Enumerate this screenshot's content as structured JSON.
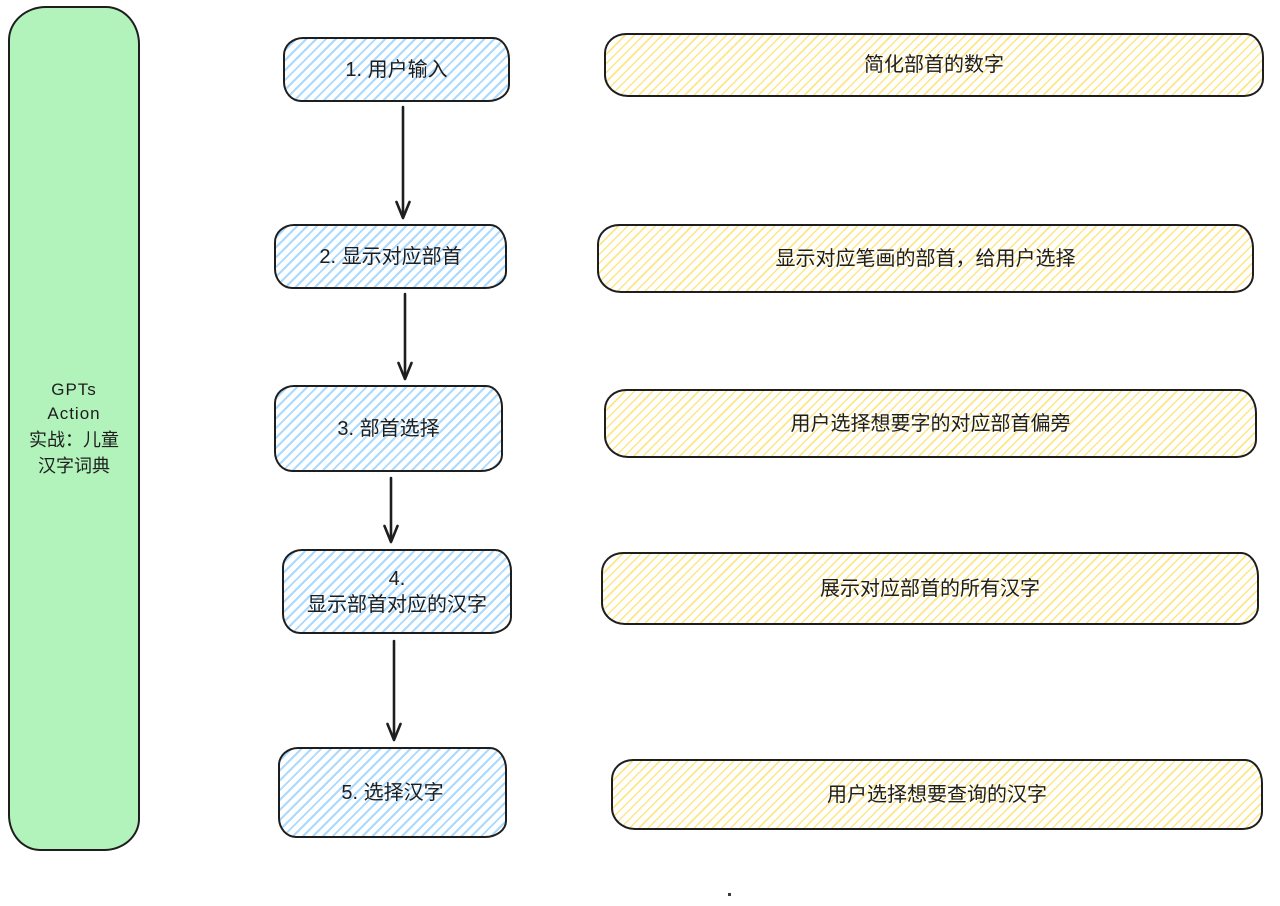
{
  "sidebar": {
    "lines": [
      "GPTs",
      "Action",
      "实战：儿童",
      "汉字词典"
    ]
  },
  "steps": [
    {
      "label": "1. 用户输入",
      "note": "简化部首的数字"
    },
    {
      "label": "2. 显示对应部首",
      "note": "显示对应笔画的部首，给用户选择"
    },
    {
      "label": "3. 部首选择",
      "note": "用户选择想要字的对应部首偏旁"
    },
    {
      "label": "4.\n显示部首对应的汉字",
      "note": "展示对应部首的所有汉字"
    },
    {
      "label": "5. 选择汉字",
      "note": "用户选择想要查询的汉字"
    }
  ],
  "colors": {
    "sidebar_fill": "#b2f2bb",
    "step_hatch": "#a5d8ff",
    "note_hatch": "#ffe066",
    "stroke": "#1e1e1e"
  }
}
